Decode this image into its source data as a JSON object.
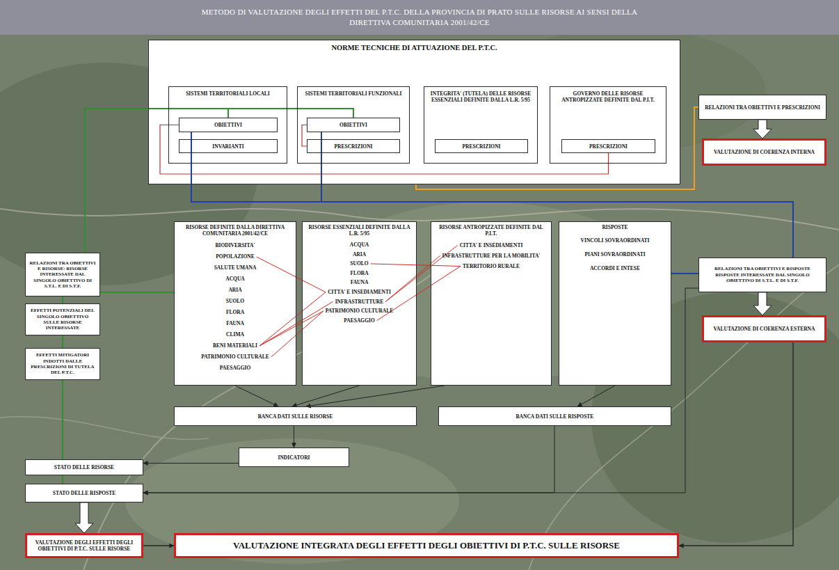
{
  "diagram": {
    "title": "METODO DI VALUTAZIONE DEGLI EFFETTI DEL P.T.C. DELLA PROVINCIA DI PRATO SULLE RISORSE AI SENSI DELLA DIRETTIVA COMUNITARIA 2001/42/CE",
    "nodes": [
      {
        "text": [
          "NORME TECNICHE DI ATTUAZIONE DEL P.T.C."
        ]
      },
      {
        "text": [
          "SISTEMI TERRITORIALI LOCALI"
        ],
        "in": 0
      },
      {
        "text": [
          "OBIETTIVI"
        ],
        "in": 1
      },
      {
        "text": [
          "INVARIANTI"
        ],
        "in": 1
      },
      {
        "text": [
          "SISTEMI TERRITORIALI FUNZIONALI"
        ],
        "in": 0
      },
      {
        "text": [
          "OBIETTIVI"
        ],
        "in": 4
      },
      {
        "text": [
          "PRESCRIZIONI"
        ],
        "in": 4
      },
      {
        "text": [
          "INTEGRITA' (TUTELA) DELLE RISORSE ESSENZIALI DEFINITE DALLA L.R. 5/95"
        ],
        "in": 0
      },
      {
        "text": [
          "PRESCRIZIONI"
        ],
        "in": 7
      },
      {
        "text": [
          "GOVERNO DELLE RISORSE ANTROPIZZATE DEFINITE DAL P.I.T."
        ],
        "in": 0
      },
      {
        "text": [
          "PRESCRIZIONI"
        ],
        "in": 9
      },
      {
        "text": [
          "RELAZIONI TRA OBIETTIVI E PRESCRIZIONI"
        ]
      },
      {
        "text": [
          "VALUTAZIONE DI COERENZA INTERNA"
        ]
      },
      {
        "text": [
          "RISORSE DEFINITE DALLA DIRETTIVA COMUNITARIA 2001/42/CE",
          "BIODIVERSITA'",
          "POPOLAZIONE",
          "SALUTE UMANA",
          "ACQUA",
          "ARIA",
          "SUOLO",
          "FLORA",
          "FAUNA",
          "CLIMA",
          "BENI MATERIALI",
          "PATRIMONIO CULTURALE",
          "PAESAGGIO"
        ]
      },
      {
        "text": [
          "RISORSE ESSENZIALI DEFINITE DALLA L.R. 5/95",
          "ACQUA",
          "ARIA",
          "SUOLO",
          "FLORA",
          "FAUNA",
          "CITTA' E INSEDIAMENTI",
          "INFRASTRUTTURE",
          "PATRIMONIO CULTURALE",
          "PAESAGGIO"
        ]
      },
      {
        "text": [
          "RISORSE ANTROPIZZATE DEFINITE DAL P.I.T.",
          "CITTA' E INSEDIAMENTI",
          "INFRASTRUTTURE PER LA MOBILITA'",
          "TERRITORIO RURALE"
        ]
      },
      {
        "text": [
          "RISPOSTE",
          "VINCOLI SOVRAORDINATI",
          "PIANI SOVRAORDINATI",
          "ACCORDI E INTESE"
        ]
      },
      {
        "text": [
          "BANCA DATI SULLE RISORSE"
        ]
      },
      {
        "text": [
          "BANCA DATI SULLE RISPOSTE"
        ]
      },
      {
        "text": [
          "INDICATORI"
        ]
      },
      {
        "text": [
          "RELAZIONI TRA OBIETTIVI E RISORSE: RISORSE INTERESSATE DAL SINGOLO OBIETTIVO DI S.T.L. E DI S.T.F."
        ]
      },
      {
        "text": [
          "EFFETTI POTENZIALI DEL SINGOLO OBIETTIVO SULLE RISORSE INTERESSATE"
        ]
      },
      {
        "text": [
          "EFFETTI MITIGATORI INDOTTI DALLE PRESCRIZIONI DI TUTELA DEL P.T.C."
        ]
      },
      {
        "text": [
          "STATO DELLE RISORSE"
        ]
      },
      {
        "text": [
          "STATO DELLE RISPOSTE"
        ]
      },
      {
        "text": [
          "VALUTAZIONE DEGLI EFFETTI DEGLI OBIETTIVI DI P.T.C. SULLE RISORSE"
        ]
      },
      {
        "text": [
          "VALUTAZIONE INTEGRATA DEGLI EFFETTI DEGLI OBIETTIVI DI P.T.C. SULLE RISORSE"
        ]
      },
      {
        "text": [
          "RELAZIONI TRA OBIETTIVI E RISPOSTE RISPOSTE INTERESSATE DAL SINGOLO OBIETTIVO DI S.T.L. E DI S.T.F."
        ]
      },
      {
        "text": [
          "VALUTAZIONE DI COERENZA ESTERNA"
        ]
      }
    ],
    "edges": [
      {
        "from": 2,
        "to": 20,
        "arrow": "none"
      },
      {
        "from": 5,
        "to": 20,
        "arrow": "none"
      },
      {
        "from": 20,
        "to": 13,
        "arrow": "none"
      },
      {
        "from": 20,
        "to": 21,
        "arrow": "none"
      },
      {
        "from": 21,
        "to": 22,
        "arrow": "none"
      },
      {
        "from": 22,
        "to": 23,
        "arrow": "none"
      },
      {
        "from": 23,
        "to": 24,
        "arrow": "none"
      },
      {
        "from": 24,
        "to": 25,
        "arrow": "to"
      },
      {
        "from": 2,
        "to": 10,
        "arrow": "none"
      },
      {
        "from": 5,
        "to": 6,
        "arrow": "none"
      },
      {
        "from": 0,
        "to": 11,
        "arrow": "none"
      },
      {
        "from": 11,
        "to": 12,
        "arrow": "to"
      },
      {
        "from": 2,
        "to": 27,
        "arrow": "none"
      },
      {
        "from": 5,
        "to": 27,
        "arrow": "none"
      },
      {
        "from": 27,
        "to": 16,
        "arrow": "none"
      },
      {
        "from": 27,
        "to": 28,
        "arrow": "to"
      },
      {
        "from": 28,
        "to": 26,
        "arrow": "to"
      },
      {
        "from": 13,
        "to": 17,
        "arrow": "to"
      },
      {
        "from": 14,
        "to": 17,
        "arrow": "to"
      },
      {
        "from": 15,
        "to": 17,
        "arrow": "to"
      },
      {
        "from": 16,
        "to": 18,
        "arrow": "to"
      },
      {
        "from": 17,
        "to": 19,
        "arrow": "to"
      },
      {
        "from": 19,
        "to": 23,
        "arrow": "to"
      },
      {
        "from": 18,
        "to": 24,
        "arrow": "to"
      },
      {
        "from": 27,
        "to": 24,
        "arrow": "to"
      },
      {
        "from": 25,
        "to": 26,
        "arrow": "to"
      }
    ]
  }
}
